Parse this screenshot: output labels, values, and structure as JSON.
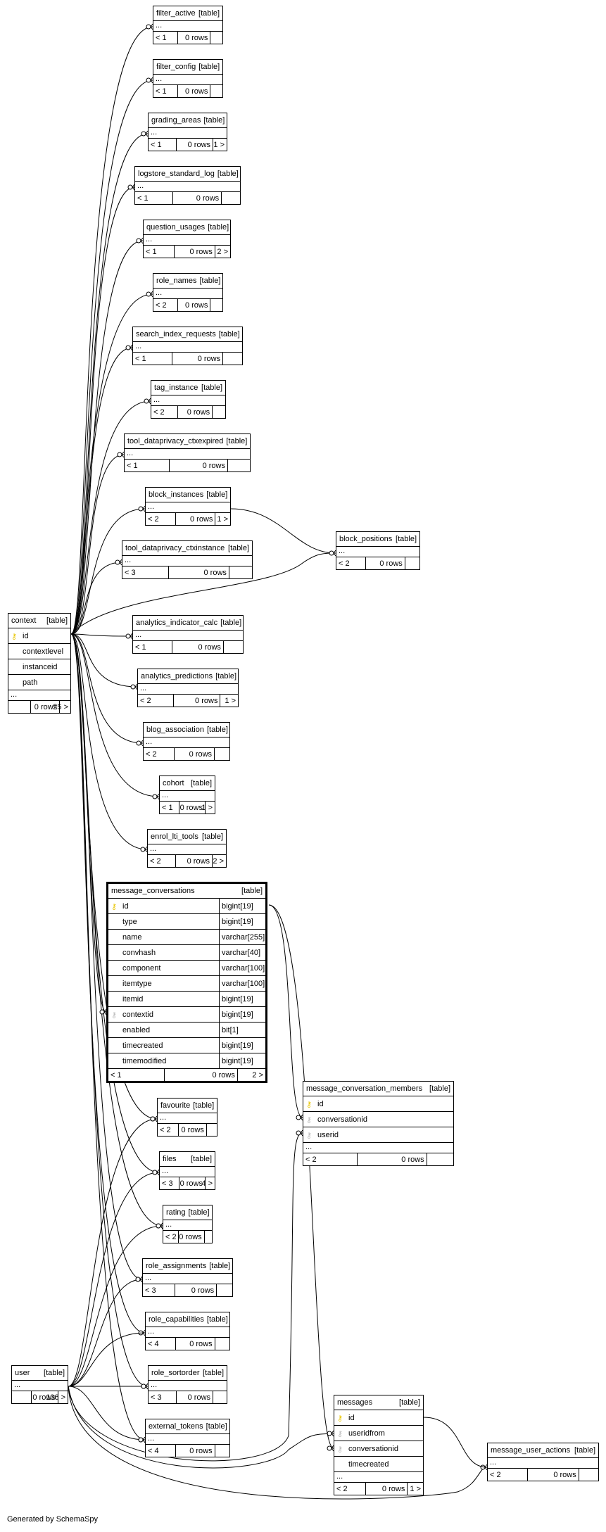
{
  "footer": {
    "generated_by": "Generated by SchemaSpy"
  },
  "tables": {
    "filter_active": {
      "name": "filter_active",
      "tag": "[table]",
      "ellipsis": "...",
      "parents": "< 1",
      "rows": "0 rows",
      "children": ""
    },
    "filter_config": {
      "name": "filter_config",
      "tag": "[table]",
      "ellipsis": "...",
      "parents": "< 1",
      "rows": "0 rows",
      "children": ""
    },
    "grading_areas": {
      "name": "grading_areas",
      "tag": "[table]",
      "ellipsis": "...",
      "parents": "< 1",
      "rows": "0 rows",
      "children": "1 >"
    },
    "logstore_standard_log": {
      "name": "logstore_standard_log",
      "tag": "[table]",
      "ellipsis": "...",
      "parents": "< 1",
      "rows": "0 rows",
      "children": ""
    },
    "question_usages": {
      "name": "question_usages",
      "tag": "[table]",
      "ellipsis": "...",
      "parents": "< 1",
      "rows": "0 rows",
      "children": "2 >"
    },
    "role_names": {
      "name": "role_names",
      "tag": "[table]",
      "ellipsis": "...",
      "parents": "< 2",
      "rows": "0 rows",
      "children": ""
    },
    "search_index_requests": {
      "name": "search_index_requests",
      "tag": "[table]",
      "ellipsis": "...",
      "parents": "< 1",
      "rows": "0 rows",
      "children": ""
    },
    "tag_instance": {
      "name": "tag_instance",
      "tag": "[table]",
      "ellipsis": "...",
      "parents": "< 2",
      "rows": "0 rows",
      "children": ""
    },
    "tool_dataprivacy_ctxexpired": {
      "name": "tool_dataprivacy_ctxexpired",
      "tag": "[table]",
      "ellipsis": "...",
      "parents": "< 1",
      "rows": "0 rows",
      "children": ""
    },
    "block_instances": {
      "name": "block_instances",
      "tag": "[table]",
      "ellipsis": "...",
      "parents": "< 2",
      "rows": "0 rows",
      "children": "1 >"
    },
    "tool_dataprivacy_ctxinstance": {
      "name": "tool_dataprivacy_ctxinstance",
      "tag": "[table]",
      "ellipsis": "...",
      "parents": "< 3",
      "rows": "0 rows",
      "children": ""
    },
    "block_positions": {
      "name": "block_positions",
      "tag": "[table]",
      "ellipsis": "...",
      "parents": "< 2",
      "rows": "0 rows",
      "children": ""
    },
    "analytics_indicator_calc": {
      "name": "analytics_indicator_calc",
      "tag": "[table]",
      "ellipsis": "...",
      "parents": "< 1",
      "rows": "0 rows",
      "children": ""
    },
    "analytics_predictions": {
      "name": "analytics_predictions",
      "tag": "[table]",
      "ellipsis": "...",
      "parents": "< 2",
      "rows": "0 rows",
      "children": "1 >"
    },
    "blog_association": {
      "name": "blog_association",
      "tag": "[table]",
      "ellipsis": "...",
      "parents": "< 2",
      "rows": "0 rows",
      "children": ""
    },
    "cohort": {
      "name": "cohort",
      "tag": "[table]",
      "ellipsis": "...",
      "parents": "< 1",
      "rows": "0 rows",
      "children": "1 >"
    },
    "enrol_lti_tools": {
      "name": "enrol_lti_tools",
      "tag": "[table]",
      "ellipsis": "...",
      "parents": "< 2",
      "rows": "0 rows",
      "children": "2 >"
    },
    "favourite": {
      "name": "favourite",
      "tag": "[table]",
      "ellipsis": "...",
      "parents": "< 2",
      "rows": "0 rows",
      "children": ""
    },
    "files": {
      "name": "files",
      "tag": "[table]",
      "ellipsis": "...",
      "parents": "< 3",
      "rows": "0 rows",
      "children": "4 >"
    },
    "rating": {
      "name": "rating",
      "tag": "[table]",
      "ellipsis": "...",
      "parents": "< 2",
      "rows": "0 rows",
      "children": ""
    },
    "role_assignments": {
      "name": "role_assignments",
      "tag": "[table]",
      "ellipsis": "...",
      "parents": "< 3",
      "rows": "0 rows",
      "children": ""
    },
    "role_capabilities": {
      "name": "role_capabilities",
      "tag": "[table]",
      "ellipsis": "...",
      "parents": "< 4",
      "rows": "0 rows",
      "children": ""
    },
    "role_sortorder": {
      "name": "role_sortorder",
      "tag": "[table]",
      "ellipsis": "...",
      "parents": "< 3",
      "rows": "0 rows",
      "children": ""
    },
    "external_tokens": {
      "name": "external_tokens",
      "tag": "[table]",
      "ellipsis": "...",
      "parents": "< 4",
      "rows": "0 rows",
      "children": ""
    },
    "message_user_actions": {
      "name": "message_user_actions",
      "tag": "[table]",
      "ellipsis": "...",
      "parents": "< 2",
      "rows": "0 rows",
      "children": ""
    },
    "context": {
      "name": "context",
      "tag": "[table]",
      "columns": [
        {
          "name": "id",
          "key": "pk"
        },
        {
          "name": "contextlevel",
          "key": ""
        },
        {
          "name": "instanceid",
          "key": ""
        },
        {
          "name": "path",
          "key": ""
        }
      ],
      "ellipsis": "...",
      "parents": "",
      "rows": "0 rows",
      "children": "25 >"
    },
    "user": {
      "name": "user",
      "tag": "[table]",
      "ellipsis": "...",
      "parents": "",
      "rows": "0 rows",
      "children": "106 >"
    },
    "message_conversations": {
      "name": "message_conversations",
      "tag": "[table]",
      "columns": [
        {
          "name": "id",
          "type": "bigint[19]",
          "key": "pk"
        },
        {
          "name": "type",
          "type": "bigint[19]",
          "key": ""
        },
        {
          "name": "name",
          "type": "varchar[255]",
          "key": ""
        },
        {
          "name": "convhash",
          "type": "varchar[40]",
          "key": ""
        },
        {
          "name": "component",
          "type": "varchar[100]",
          "key": ""
        },
        {
          "name": "itemtype",
          "type": "varchar[100]",
          "key": ""
        },
        {
          "name": "itemid",
          "type": "bigint[19]",
          "key": ""
        },
        {
          "name": "contextid",
          "type": "bigint[19]",
          "key": "fk"
        },
        {
          "name": "enabled",
          "type": "bit[1]",
          "key": ""
        },
        {
          "name": "timecreated",
          "type": "bigint[19]",
          "key": ""
        },
        {
          "name": "timemodified",
          "type": "bigint[19]",
          "key": ""
        }
      ],
      "parents": "< 1",
      "rows": "0 rows",
      "children": "2 >"
    },
    "message_conversation_members": {
      "name": "message_conversation_members",
      "tag": "[table]",
      "columns": [
        {
          "name": "id",
          "key": "pk"
        },
        {
          "name": "conversationid",
          "key": "fk"
        },
        {
          "name": "userid",
          "key": "fk"
        }
      ],
      "ellipsis": "...",
      "parents": "< 2",
      "rows": "0 rows",
      "children": ""
    },
    "messages": {
      "name": "messages",
      "tag": "[table]",
      "columns": [
        {
          "name": "id",
          "key": "pk"
        },
        {
          "name": "useridfrom",
          "key": "fk"
        },
        {
          "name": "conversationid",
          "key": "fk"
        },
        {
          "name": "timecreated",
          "key": ""
        }
      ],
      "ellipsis": "...",
      "parents": "< 2",
      "rows": "0 rows",
      "children": "1 >"
    }
  }
}
